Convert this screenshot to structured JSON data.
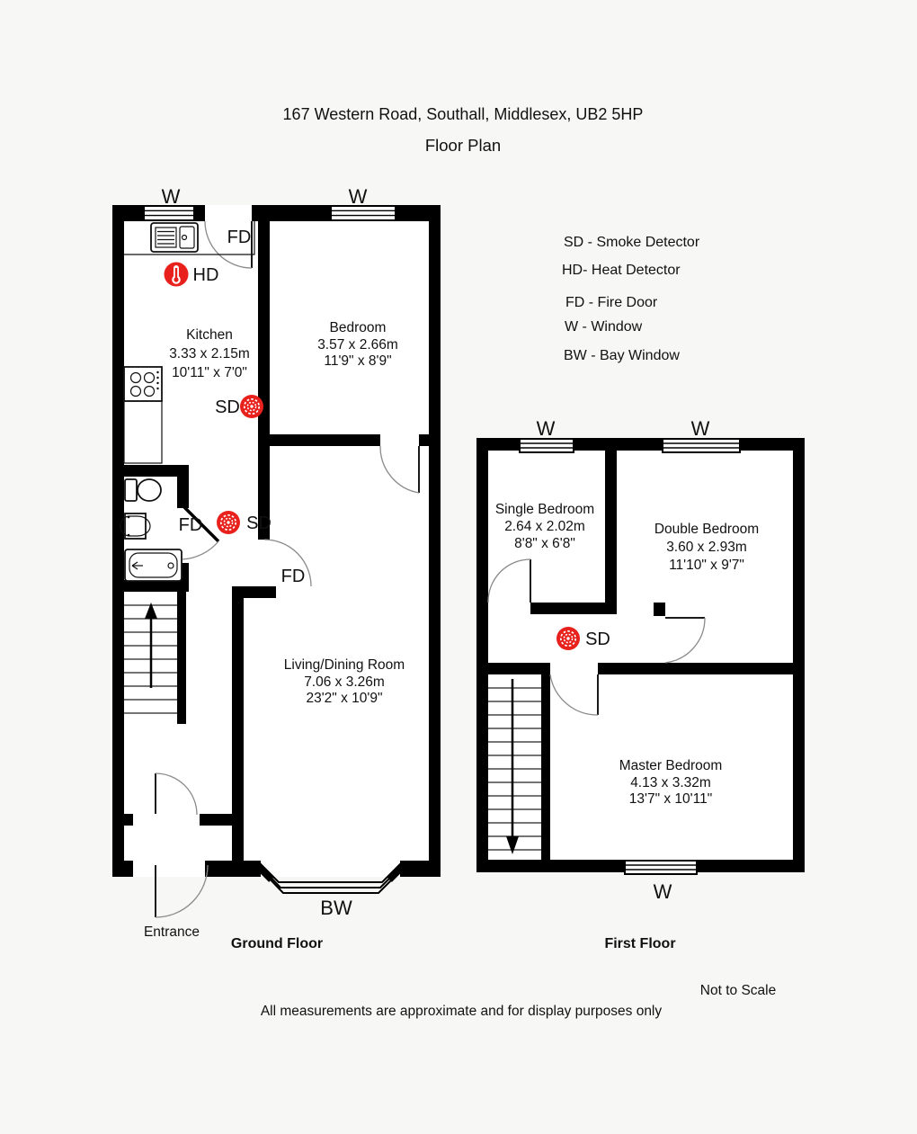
{
  "title": "167 Western Road, Southall, Middlesex, UB2 5HP",
  "subtitle": "Floor Plan",
  "legend": {
    "sd": "SD - Smoke Detector",
    "hd": "HD- Heat Detector",
    "fd": "FD - Fire Door",
    "w": "W - Window",
    "bw": "BW - Bay Window"
  },
  "labels": {
    "w": "W",
    "bw": "BW",
    "fd": "FD",
    "sd": "SD",
    "hd": "HD",
    "entrance": "Entrance"
  },
  "colors": {
    "detector_red": "#e8211d",
    "wall": "#000000"
  },
  "ground_floor": {
    "label": "Ground Floor",
    "rooms": {
      "kitchen": {
        "name": "Kitchen",
        "metric": "3.33 x 2.15m",
        "imperial": "10'11\" x 7'0\""
      },
      "bedroom": {
        "name": "Bedroom",
        "metric": "3.57 x 2.66m",
        "imperial": "11'9\" x 8'9\""
      },
      "living": {
        "name": "Living/Dining Room",
        "metric": "7.06 x 3.26m",
        "imperial": "23'2\" x 10'9\""
      }
    }
  },
  "first_floor": {
    "label": "First Floor",
    "rooms": {
      "single": {
        "name": "Single Bedroom",
        "metric": "2.64 x 2.02m",
        "imperial": "8'8\" x 6'8\""
      },
      "double": {
        "name": "Double Bedroom",
        "metric": "3.60 x 2.93m",
        "imperial": "11'10\" x 9'7\""
      },
      "master": {
        "name": "Master Bedroom",
        "metric": "4.13 x 3.32m",
        "imperial": "13'7\" x 10'11\""
      }
    }
  },
  "footer": {
    "not_to_scale": "Not to Scale",
    "disclaimer": "All measurements are approximate and for display purposes only"
  }
}
